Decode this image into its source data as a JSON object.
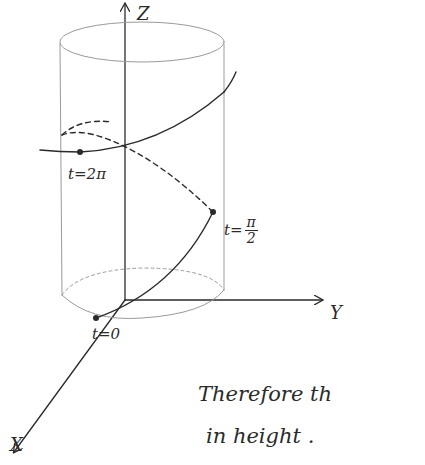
{
  "diagram": {
    "labels": [
      "Z",
      "Y",
      "X",
      "t=0",
      "t=",
      "π",
      "2",
      "t=2π",
      "Therefore th",
      "in height ."
    ]
  }
}
